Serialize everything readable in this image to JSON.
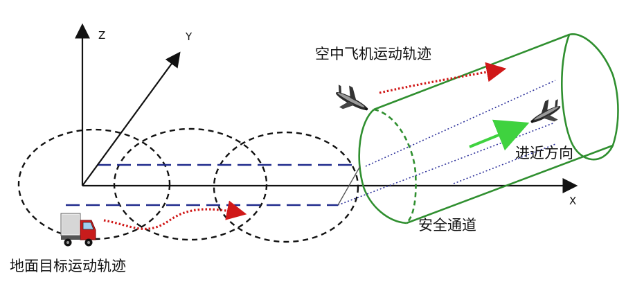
{
  "axes": {
    "x": "X",
    "y": "Y",
    "z": "Z"
  },
  "labels": {
    "air_trajectory": "空中飞机运动轨迹",
    "approach_direction": "进近方向",
    "safe_channel": "安全通道",
    "ground_trajectory": "地面目标运动轨迹"
  },
  "colors": {
    "axis": "#111111",
    "ellipse_outline": "#111111",
    "ground_lane": "#1f2a8c",
    "tunnel": "#2f8f2f",
    "approach_arrow": "#3fd23f",
    "trajectory_arrow": "#d01818",
    "beam_lines": "#2b2f9a"
  },
  "icons": {
    "aircraft_near": "airplane-icon",
    "aircraft_in_tunnel": "airplane-icon",
    "ground_vehicle": "truck-icon"
  }
}
